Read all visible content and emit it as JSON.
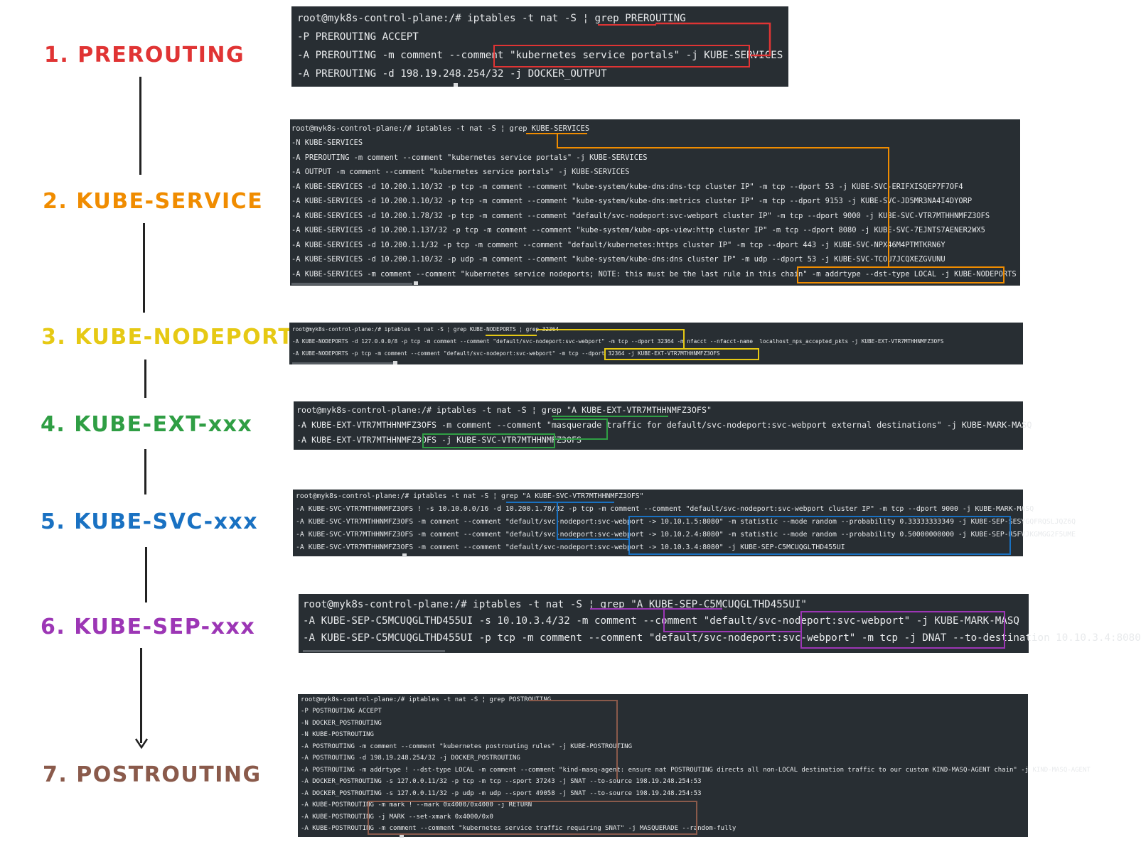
{
  "colors": {
    "prerouting": "#e03434",
    "kube_service": "#f08c00",
    "kube_nodeport": "#e6c914",
    "kube_ext": "#2f9e44",
    "kube_svc": "#1971c2",
    "kube_sep": "#9c36b5",
    "postrouting": "#8a5a4b",
    "terminal_bg": "#282e33",
    "terminal_text": "#e8eaec"
  },
  "steps": [
    {
      "label": "1. PREROUTING"
    },
    {
      "label": "2. KUBE-SERVICE"
    },
    {
      "label": "3. KUBE-NODEPORT"
    },
    {
      "label": "4. KUBE-EXT-xxx"
    },
    {
      "label": "5. KUBE-SVC-xxx"
    },
    {
      "label": "6. KUBE-SEP-xxx"
    },
    {
      "label": "7. POSTROUTING"
    }
  ],
  "terminals": [
    {
      "lines": [
        "root@myk8s-control-plane:/# iptables -t nat -S ¦ grep PREROUTING",
        "-P PREROUTING ACCEPT",
        "-A PREROUTING -m comment --comment \"kubernetes service portals\" -j KUBE-SERVICES",
        "-A PREROUTING -d 198.19.248.254/32 -j DOCKER_OUTPUT"
      ]
    },
    {
      "lines": [
        "root@myk8s-control-plane:/# iptables -t nat -S ¦ grep KUBE-SERVICES",
        "-N KUBE-SERVICES",
        "-A PREROUTING -m comment --comment \"kubernetes service portals\" -j KUBE-SERVICES",
        "-A OUTPUT -m comment --comment \"kubernetes service portals\" -j KUBE-SERVICES",
        "-A KUBE-SERVICES -d 10.200.1.10/32 -p tcp -m comment --comment \"kube-system/kube-dns:dns-tcp cluster IP\" -m tcp --dport 53 -j KUBE-SVC-ERIFXISQEP7F7OF4",
        "-A KUBE-SERVICES -d 10.200.1.10/32 -p tcp -m comment --comment \"kube-system/kube-dns:metrics cluster IP\" -m tcp --dport 9153 -j KUBE-SVC-JD5MR3NA4I4DYORP",
        "-A KUBE-SERVICES -d 10.200.1.78/32 -p tcp -m comment --comment \"default/svc-nodeport:svc-webport cluster IP\" -m tcp --dport 9000 -j KUBE-SVC-VTR7MTHHNMFZ3OFS",
        "-A KUBE-SERVICES -d 10.200.1.137/32 -p tcp -m comment --comment \"kube-system/kube-ops-view:http cluster IP\" -m tcp --dport 8080 -j KUBE-SVC-7EJNTS7AENER2WX5",
        "-A KUBE-SERVICES -d 10.200.1.1/32 -p tcp -m comment --comment \"default/kubernetes:https cluster IP\" -m tcp --dport 443 -j KUBE-SVC-NPX46M4PTMTKRN6Y",
        "-A KUBE-SERVICES -d 10.200.1.10/32 -p udp -m comment --comment \"kube-system/kube-dns:dns cluster IP\" -m udp --dport 53 -j KUBE-SVC-TCOU7JCQXEZGVUNU",
        "-A KUBE-SERVICES -m comment --comment \"kubernetes service nodeports; NOTE: this must be the last rule in this chain\" -m addrtype --dst-type LOCAL -j KUBE-NODEPORTS"
      ]
    },
    {
      "lines": [
        "root@myk8s-control-plane:/# iptables -t nat -S ¦ grep KUBE-NODEPORTS ¦ grep 32364",
        "-A KUBE-NODEPORTS -d 127.0.0.0/8 -p tcp -m comment --comment \"default/svc-nodeport:svc-webport\" -m tcp --dport 32364 -m nfacct --nfacct-name  localhost_nps_accepted_pkts -j KUBE-EXT-VTR7MTHHNMFZ3OFS",
        "-A KUBE-NODEPORTS -p tcp -m comment --comment \"default/svc-nodeport:svc-webport\" -m tcp --dport 32364 -j KUBE-EXT-VTR7MTHHNMFZ3OFS"
      ]
    },
    {
      "lines": [
        "root@myk8s-control-plane:/# iptables -t nat -S ¦ grep \"A KUBE-EXT-VTR7MTHHNMFZ3OFS\"",
        "-A KUBE-EXT-VTR7MTHHNMFZ3OFS -m comment --comment \"masquerade traffic for default/svc-nodeport:svc-webport external destinations\" -j KUBE-MARK-MASQ",
        "-A KUBE-EXT-VTR7MTHHNMFZ3OFS -j KUBE-SVC-VTR7MTHHNMFZ3OFS"
      ]
    },
    {
      "lines": [
        "root@myk8s-control-plane:/# iptables -t nat -S ¦ grep \"A KUBE-SVC-VTR7MTHHNMFZ3OFS\"",
        "-A KUBE-SVC-VTR7MTHHNMFZ3OFS ! -s 10.10.0.0/16 -d 10.200.1.78/32 -p tcp -m comment --comment \"default/svc-nodeport:svc-webport cluster IP\" -m tcp --dport 9000 -j KUBE-MARK-MASQ",
        "-A KUBE-SVC-VTR7MTHHNMFZ3OFS -m comment --comment \"default/svc-nodeport:svc-webport -> 10.10.1.5:8080\" -m statistic --mode random --probability 0.33333333349 -j KUBE-SEP-SESYGQFRQSLJQZ6Q",
        "-A KUBE-SVC-VTR7MTHHNMFZ3OFS -m comment --comment \"default/svc-nodeport:svc-webport -> 10.10.2.4:8080\" -m statistic --mode random --probability 0.50000000000 -j KUBE-SEP-R5FVJKGMGG2F5UME",
        "-A KUBE-SVC-VTR7MTHHNMFZ3OFS -m comment --comment \"default/svc-nodeport:svc-webport -> 10.10.3.4:8080\" -j KUBE-SEP-C5MCUQGLTHD455UI"
      ]
    },
    {
      "lines": [
        "root@myk8s-control-plane:/# iptables -t nat -S ¦ grep \"A KUBE-SEP-C5MCUQGLTHD455UI\"",
        "-A KUBE-SEP-C5MCUQGLTHD455UI -s 10.10.3.4/32 -m comment --comment \"default/svc-nodeport:svc-webport\" -j KUBE-MARK-MASQ",
        "-A KUBE-SEP-C5MCUQGLTHD455UI -p tcp -m comment --comment \"default/svc-nodeport:svc-webport\" -m tcp -j DNAT --to-destination 10.10.3.4:8080"
      ]
    },
    {
      "lines": [
        "root@myk8s-control-plane:/# iptables -t nat -S ¦ grep POSTROUTING",
        "-P POSTROUTING ACCEPT",
        "-N DOCKER_POSTROUTING",
        "-N KUBE-POSTROUTING",
        "-A POSTROUTING -m comment --comment \"kubernetes postrouting rules\" -j KUBE-POSTROUTING",
        "-A POSTROUTING -d 198.19.248.254/32 -j DOCKER_POSTROUTING",
        "-A POSTROUTING -m addrtype ! --dst-type LOCAL -m comment --comment \"kind-masq-agent: ensure nat POSTROUTING directs all non-LOCAL destination traffic to our custom KIND-MASQ-AGENT chain\" -j KIND-MASQ-AGENT",
        "-A DOCKER_POSTROUTING -s 127.0.0.11/32 -p tcp -m tcp --sport 37243 -j SNAT --to-source 198.19.248.254:53",
        "-A DOCKER_POSTROUTING -s 127.0.0.11/32 -p udp -m udp --sport 49058 -j SNAT --to-source 198.19.248.254:53",
        "-A KUBE-POSTROUTING -m mark ! --mark 0x4000/0x4000 -j RETURN",
        "-A KUBE-POSTROUTING -j MARK --set-xmark 0x4000/0x0",
        "-A KUBE-POSTROUTING -m comment --comment \"kubernetes service traffic requiring SNAT\" -j MASQUERADE --random-fully"
      ]
    }
  ]
}
